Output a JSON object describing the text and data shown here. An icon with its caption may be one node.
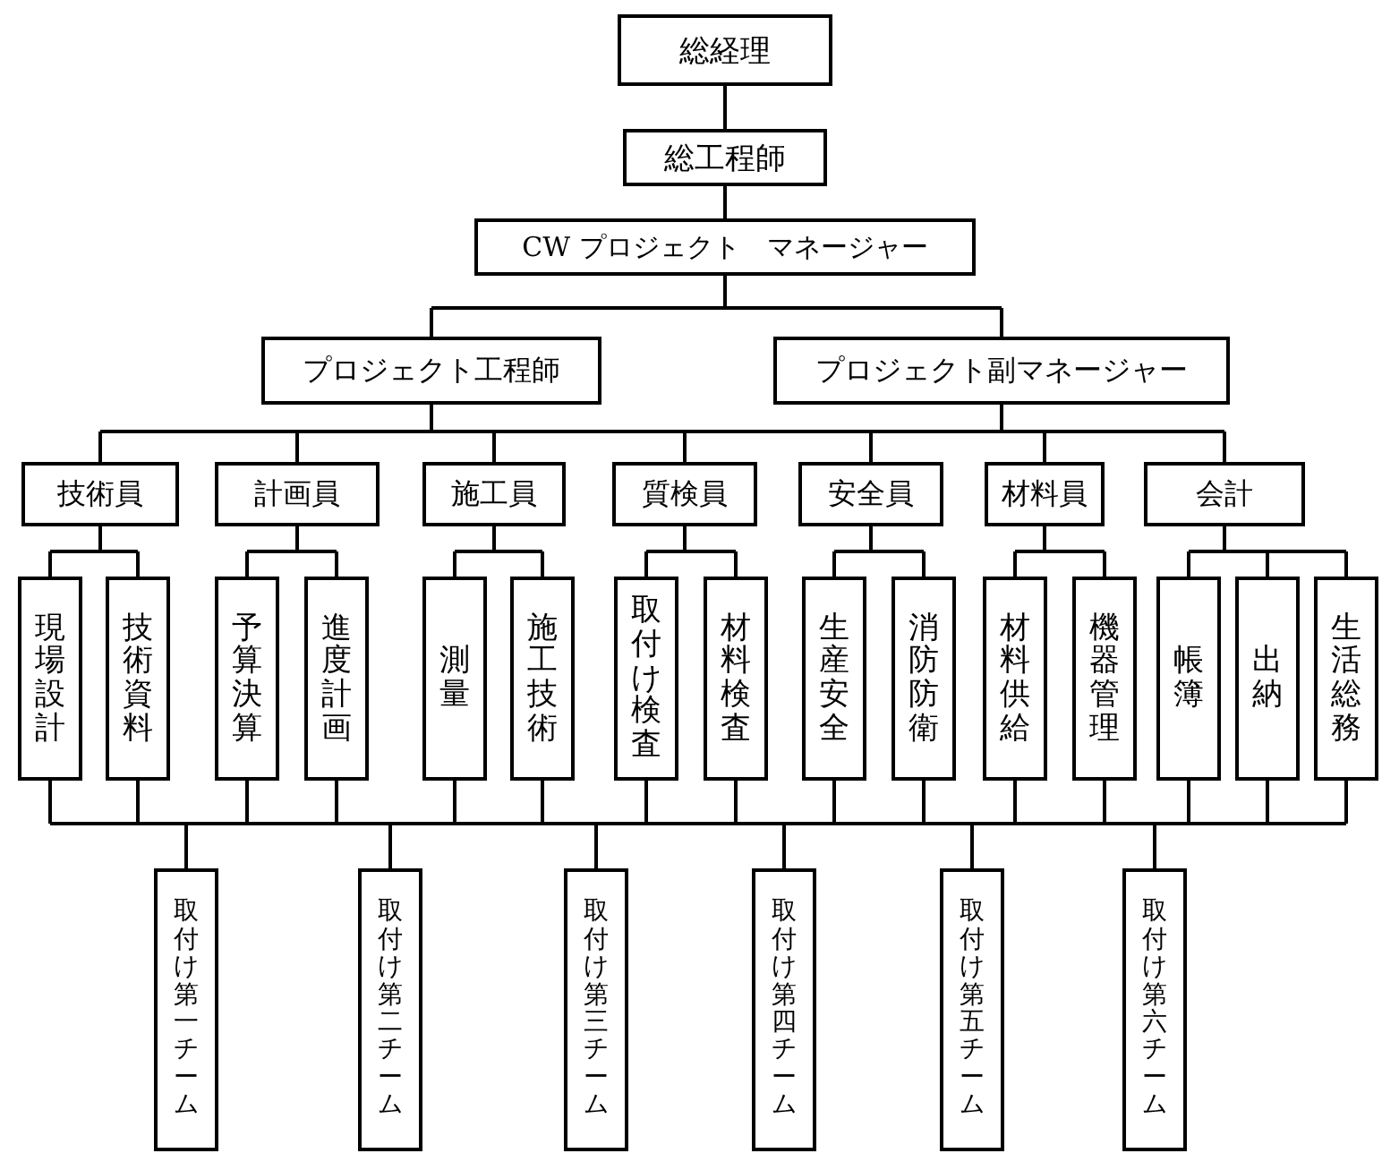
{
  "diagram": {
    "nodes": [
      {
        "text": [
          "総経理"
        ]
      },
      {
        "text": [
          "総工程師"
        ]
      },
      {
        "text": [
          "CW プロジェクト　マネージャー"
        ]
      },
      {
        "text": [
          "プロジェクト工程師"
        ]
      },
      {
        "text": [
          "プロジェクト副マネージャー"
        ]
      },
      {
        "text": [
          "技術員"
        ]
      },
      {
        "text": [
          "計画員"
        ]
      },
      {
        "text": [
          "施工員"
        ]
      },
      {
        "text": [
          "質検員"
        ]
      },
      {
        "text": [
          "安全員"
        ]
      },
      {
        "text": [
          "材料員"
        ]
      },
      {
        "text": [
          "会計"
        ]
      },
      {
        "text": [
          "現場設計"
        ]
      },
      {
        "text": [
          "技術資料"
        ]
      },
      {
        "text": [
          "予算決算"
        ]
      },
      {
        "text": [
          "進度計画"
        ]
      },
      {
        "text": [
          "測量"
        ]
      },
      {
        "text": [
          "施工技術"
        ]
      },
      {
        "text": [
          "取付け検査"
        ]
      },
      {
        "text": [
          "材料検査"
        ]
      },
      {
        "text": [
          "生産安全"
        ]
      },
      {
        "text": [
          "消防防衛"
        ]
      },
      {
        "text": [
          "材料供給"
        ]
      },
      {
        "text": [
          "機器管理"
        ]
      },
      {
        "text": [
          "帳簿"
        ]
      },
      {
        "text": [
          "出納"
        ]
      },
      {
        "text": [
          "生活総務"
        ]
      },
      {
        "text": [
          "取付け第一チーム"
        ]
      },
      {
        "text": [
          "取付け第二チーム"
        ]
      },
      {
        "text": [
          "取付け第三チーム"
        ]
      },
      {
        "text": [
          "取付け第四チーム"
        ]
      },
      {
        "text": [
          "取付け第五チーム"
        ]
      },
      {
        "text": [
          "取付け第六チーム"
        ]
      }
    ],
    "edges": [
      {
        "from": 0,
        "to": 1,
        "arrow": "none"
      },
      {
        "from": 1,
        "to": 2,
        "arrow": "none"
      },
      {
        "from": 2,
        "to": 3,
        "arrow": "none"
      },
      {
        "from": 2,
        "to": 4,
        "arrow": "none"
      },
      {
        "from": 3,
        "to": 5,
        "arrow": "none"
      },
      {
        "from": 3,
        "to": 6,
        "arrow": "none"
      },
      {
        "from": 3,
        "to": 7,
        "arrow": "none"
      },
      {
        "from": 3,
        "to": 8,
        "arrow": "none"
      },
      {
        "from": 3,
        "to": 9,
        "arrow": "none"
      },
      {
        "from": 3,
        "to": 10,
        "arrow": "none"
      },
      {
        "from": 3,
        "to": 11,
        "arrow": "none"
      },
      {
        "from": 4,
        "to": 5,
        "arrow": "none"
      },
      {
        "from": 4,
        "to": 6,
        "arrow": "none"
      },
      {
        "from": 4,
        "to": 7,
        "arrow": "none"
      },
      {
        "from": 4,
        "to": 8,
        "arrow": "none"
      },
      {
        "from": 4,
        "to": 9,
        "arrow": "none"
      },
      {
        "from": 4,
        "to": 10,
        "arrow": "none"
      },
      {
        "from": 4,
        "to": 11,
        "arrow": "none"
      },
      {
        "from": 5,
        "to": 12,
        "arrow": "none"
      },
      {
        "from": 5,
        "to": 13,
        "arrow": "none"
      },
      {
        "from": 6,
        "to": 14,
        "arrow": "none"
      },
      {
        "from": 6,
        "to": 15,
        "arrow": "none"
      },
      {
        "from": 7,
        "to": 16,
        "arrow": "none"
      },
      {
        "from": 7,
        "to": 17,
        "arrow": "none"
      },
      {
        "from": 8,
        "to": 18,
        "arrow": "none"
      },
      {
        "from": 8,
        "to": 19,
        "arrow": "none"
      },
      {
        "from": 9,
        "to": 20,
        "arrow": "none"
      },
      {
        "from": 9,
        "to": 21,
        "arrow": "none"
      },
      {
        "from": 10,
        "to": 22,
        "arrow": "none"
      },
      {
        "from": 10,
        "to": 23,
        "arrow": "none"
      },
      {
        "from": 11,
        "to": 24,
        "arrow": "none"
      },
      {
        "from": 11,
        "to": 25,
        "arrow": "none"
      },
      {
        "from": 11,
        "to": 26,
        "arrow": "none"
      },
      {
        "from": 12,
        "to": 27,
        "arrow": "none"
      },
      {
        "from": 12,
        "to": 28,
        "arrow": "none"
      },
      {
        "from": 12,
        "to": 29,
        "arrow": "none"
      },
      {
        "from": 12,
        "to": 30,
        "arrow": "none"
      },
      {
        "from": 12,
        "to": 31,
        "arrow": "none"
      },
      {
        "from": 12,
        "to": 32,
        "arrow": "none"
      },
      {
        "from": 13,
        "to": 27,
        "arrow": "none"
      },
      {
        "from": 13,
        "to": 28,
        "arrow": "none"
      },
      {
        "from": 13,
        "to": 29,
        "arrow": "none"
      },
      {
        "from": 13,
        "to": 30,
        "arrow": "none"
      },
      {
        "from": 13,
        "to": 31,
        "arrow": "none"
      },
      {
        "from": 13,
        "to": 32,
        "arrow": "none"
      },
      {
        "from": 14,
        "to": 27,
        "arrow": "none"
      },
      {
        "from": 14,
        "to": 28,
        "arrow": "none"
      },
      {
        "from": 14,
        "to": 29,
        "arrow": "none"
      },
      {
        "from": 14,
        "to": 30,
        "arrow": "none"
      },
      {
        "from": 14,
        "to": 31,
        "arrow": "none"
      },
      {
        "from": 14,
        "to": 32,
        "arrow": "none"
      },
      {
        "from": 15,
        "to": 27,
        "arrow": "none"
      },
      {
        "from": 15,
        "to": 28,
        "arrow": "none"
      },
      {
        "from": 15,
        "to": 29,
        "arrow": "none"
      },
      {
        "from": 15,
        "to": 30,
        "arrow": "none"
      },
      {
        "from": 15,
        "to": 31,
        "arrow": "none"
      },
      {
        "from": 15,
        "to": 32,
        "arrow": "none"
      },
      {
        "from": 16,
        "to": 27,
        "arrow": "none"
      },
      {
        "from": 16,
        "to": 28,
        "arrow": "none"
      },
      {
        "from": 16,
        "to": 29,
        "arrow": "none"
      },
      {
        "from": 16,
        "to": 30,
        "arrow": "none"
      },
      {
        "from": 16,
        "to": 31,
        "arrow": "none"
      },
      {
        "from": 16,
        "to": 32,
        "arrow": "none"
      },
      {
        "from": 17,
        "to": 27,
        "arrow": "none"
      },
      {
        "from": 17,
        "to": 28,
        "arrow": "none"
      },
      {
        "from": 17,
        "to": 29,
        "arrow": "none"
      },
      {
        "from": 17,
        "to": 30,
        "arrow": "none"
      },
      {
        "from": 17,
        "to": 31,
        "arrow": "none"
      },
      {
        "from": 17,
        "to": 32,
        "arrow": "none"
      },
      {
        "from": 18,
        "to": 27,
        "arrow": "none"
      },
      {
        "from": 18,
        "to": 28,
        "arrow": "none"
      },
      {
        "from": 18,
        "to": 29,
        "arrow": "none"
      },
      {
        "from": 18,
        "to": 30,
        "arrow": "none"
      },
      {
        "from": 18,
        "to": 31,
        "arrow": "none"
      },
      {
        "from": 18,
        "to": 32,
        "arrow": "none"
      },
      {
        "from": 19,
        "to": 27,
        "arrow": "none"
      },
      {
        "from": 19,
        "to": 28,
        "arrow": "none"
      },
      {
        "from": 19,
        "to": 29,
        "arrow": "none"
      },
      {
        "from": 19,
        "to": 30,
        "arrow": "none"
      },
      {
        "from": 19,
        "to": 31,
        "arrow": "none"
      },
      {
        "from": 19,
        "to": 32,
        "arrow": "none"
      },
      {
        "from": 20,
        "to": 27,
        "arrow": "none"
      },
      {
        "from": 20,
        "to": 28,
        "arrow": "none"
      },
      {
        "from": 20,
        "to": 29,
        "arrow": "none"
      },
      {
        "from": 20,
        "to": 30,
        "arrow": "none"
      },
      {
        "from": 20,
        "to": 31,
        "arrow": "none"
      },
      {
        "from": 20,
        "to": 32,
        "arrow": "none"
      },
      {
        "from": 21,
        "to": 27,
        "arrow": "none"
      },
      {
        "from": 21,
        "to": 28,
        "arrow": "none"
      },
      {
        "from": 21,
        "to": 29,
        "arrow": "none"
      },
      {
        "from": 21,
        "to": 30,
        "arrow": "none"
      },
      {
        "from": 21,
        "to": 31,
        "arrow": "none"
      },
      {
        "from": 21,
        "to": 32,
        "arrow": "none"
      },
      {
        "from": 22,
        "to": 27,
        "arrow": "none"
      },
      {
        "from": 22,
        "to": 28,
        "arrow": "none"
      },
      {
        "from": 22,
        "to": 29,
        "arrow": "none"
      },
      {
        "from": 22,
        "to": 30,
        "arrow": "none"
      },
      {
        "from": 22,
        "to": 31,
        "arrow": "none"
      },
      {
        "from": 22,
        "to": 32,
        "arrow": "none"
      },
      {
        "from": 23,
        "to": 27,
        "arrow": "none"
      },
      {
        "from": 23,
        "to": 28,
        "arrow": "none"
      },
      {
        "from": 23,
        "to": 29,
        "arrow": "none"
      },
      {
        "from": 23,
        "to": 30,
        "arrow": "none"
      },
      {
        "from": 23,
        "to": 31,
        "arrow": "none"
      },
      {
        "from": 23,
        "to": 32,
        "arrow": "none"
      },
      {
        "from": 24,
        "to": 27,
        "arrow": "none"
      },
      {
        "from": 24,
        "to": 28,
        "arrow": "none"
      },
      {
        "from": 24,
        "to": 29,
        "arrow": "none"
      },
      {
        "from": 24,
        "to": 30,
        "arrow": "none"
      },
      {
        "from": 24,
        "to": 31,
        "arrow": "none"
      },
      {
        "from": 24,
        "to": 32,
        "arrow": "none"
      },
      {
        "from": 25,
        "to": 27,
        "arrow": "none"
      },
      {
        "from": 25,
        "to": 28,
        "arrow": "none"
      },
      {
        "from": 25,
        "to": 29,
        "arrow": "none"
      },
      {
        "from": 25,
        "to": 30,
        "arrow": "none"
      },
      {
        "from": 25,
        "to": 31,
        "arrow": "none"
      },
      {
        "from": 25,
        "to": 32,
        "arrow": "none"
      },
      {
        "from": 26,
        "to": 27,
        "arrow": "none"
      },
      {
        "from": 26,
        "to": 28,
        "arrow": "none"
      },
      {
        "from": 26,
        "to": 29,
        "arrow": "none"
      },
      {
        "from": 26,
        "to": 30,
        "arrow": "none"
      },
      {
        "from": 26,
        "to": 31,
        "arrow": "none"
      },
      {
        "from": 26,
        "to": 32,
        "arrow": "none"
      }
    ]
  }
}
